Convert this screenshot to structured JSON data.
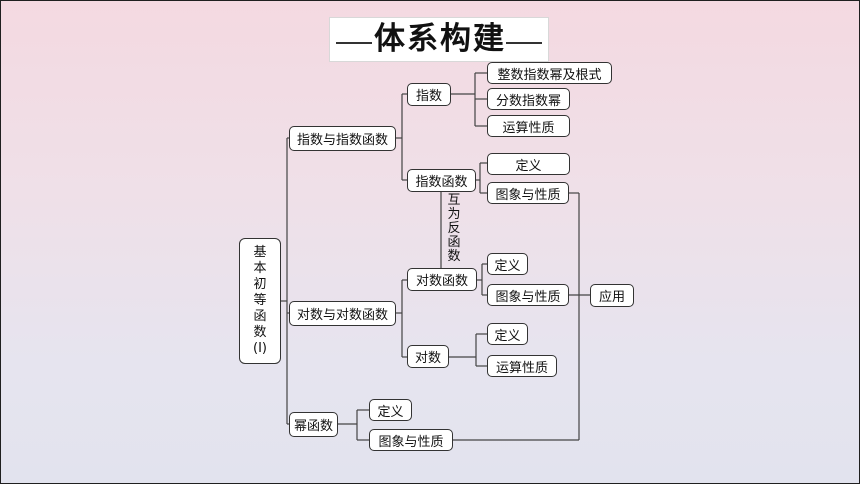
{
  "title": "体系构建",
  "root": {
    "chars": [
      "基",
      "本",
      "初",
      "等",
      "函",
      "数",
      "(Ⅰ)"
    ]
  },
  "nodes": {
    "exp_and_expfunc": "指数与指数函数",
    "log_and_logfunc": "对数与对数函数",
    "power_func": "幂函数",
    "exponent": "指数",
    "exp_func": "指数函数",
    "log_func": "对数函数",
    "logarithm": "对数",
    "int_exp_radical": "整数指数幂及根式",
    "frac_exp": "分数指数幂",
    "exp_ops": "运算性质",
    "exp_func_def": "定义",
    "exp_func_graph": "图象与性质",
    "log_func_def": "定义",
    "log_func_graph": "图象与性质",
    "log_def": "定义",
    "log_ops": "运算性质",
    "power_def": "定义",
    "power_graph": "图象与性质",
    "application": "应用"
  },
  "inverse_label": [
    "互",
    "为",
    "反",
    "函",
    "数"
  ]
}
